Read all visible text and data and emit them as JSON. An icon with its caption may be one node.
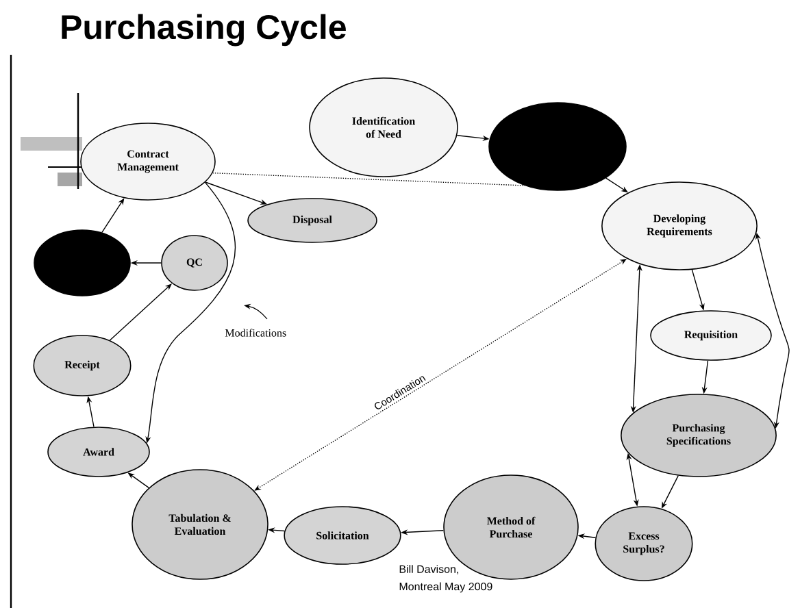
{
  "diagram": {
    "title": "Purchasing Cycle",
    "nodes": [
      {
        "text": [
          "Contract Management"
        ]
      },
      {
        "text": [
          "Identification of Need"
        ]
      },
      {
        "text": [],
        "shape": "circle"
      },
      {
        "text": [
          "Disposal"
        ]
      },
      {
        "text": [
          "Developing Requirements"
        ]
      },
      {
        "text": [],
        "shape": "circle"
      },
      {
        "text": [
          "QC"
        ]
      },
      {
        "text": [
          "Requisition"
        ]
      },
      {
        "text": [
          "Receipt"
        ]
      },
      {
        "text": [
          "Award"
        ]
      },
      {
        "text": [
          "Purchasing Specifications"
        ]
      },
      {
        "text": [
          "Tabulation & Evaluation"
        ]
      },
      {
        "text": [
          "Solicitation"
        ]
      },
      {
        "text": [
          "Method of Purchase"
        ]
      },
      {
        "text": [
          "Excess Surplus?"
        ]
      }
    ],
    "edges": [
      {
        "from": 1,
        "to": 2,
        "arrow": "to"
      },
      {
        "from": 2,
        "to": 4,
        "arrow": "to"
      },
      {
        "from": 4,
        "to": 7,
        "arrow": "to"
      },
      {
        "from": 7,
        "to": 10,
        "arrow": "to"
      },
      {
        "from": 10,
        "to": 14,
        "arrow": "to"
      },
      {
        "from": 14,
        "to": 10,
        "arrow": "both"
      },
      {
        "from": 4,
        "to": 10,
        "arrow": "both"
      },
      {
        "from": 10,
        "to": 4,
        "arrow": "both"
      },
      {
        "from": 11,
        "to": 4,
        "arrow": "both",
        "style": "dashed",
        "label": "Coordination"
      },
      {
        "from": 14,
        "to": 13,
        "arrow": "to"
      },
      {
        "from": 13,
        "to": 12,
        "arrow": "to"
      },
      {
        "from": 12,
        "to": 11,
        "arrow": "to"
      },
      {
        "from": 11,
        "to": 9,
        "arrow": "to"
      },
      {
        "from": 9,
        "to": 8,
        "arrow": "to"
      },
      {
        "from": 8,
        "to": 6,
        "arrow": "to"
      },
      {
        "from": 6,
        "to": 5,
        "arrow": "to"
      },
      {
        "from": 5,
        "to": 0,
        "arrow": "to"
      },
      {
        "from": 0,
        "to": 3,
        "arrow": "to"
      },
      {
        "from": 0,
        "to": 9,
        "arrow": "to"
      },
      {
        "from": 0,
        "to": 2,
        "arrow": "none",
        "style": "dashed"
      }
    ],
    "labels": [
      "Modifications",
      "Bill Davison,",
      "Montreal May 2009"
    ]
  }
}
